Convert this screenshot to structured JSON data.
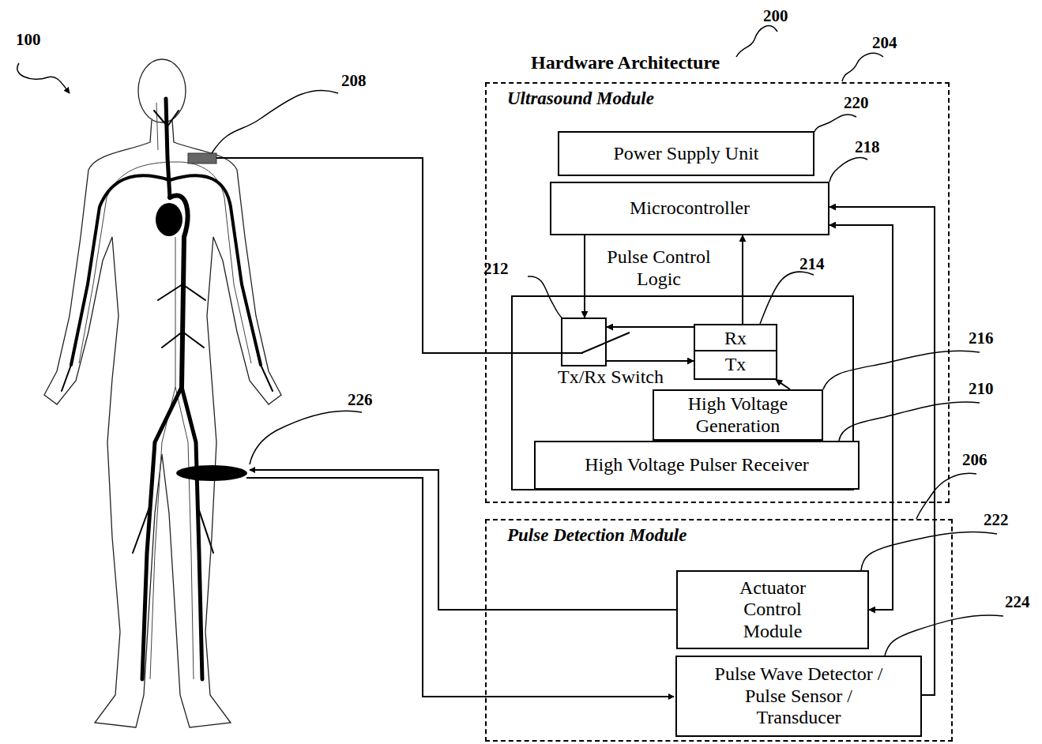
{
  "diagram": {
    "title": "Hardware Architecture",
    "nodes": [
      {
        "text": [
          "Ultrasound Module"
        ]
      },
      {
        "text": [
          "Power Supply Unit"
        ],
        "in": 0
      },
      {
        "text": [
          "Microcontroller"
        ],
        "in": 0
      },
      {
        "text": [
          "Tx/Rx Switch"
        ],
        "in": 0
      },
      {
        "text": [
          "Rx"
        ],
        "in": 0
      },
      {
        "text": [
          "Tx"
        ],
        "in": 0
      },
      {
        "text": [
          "High Voltage Generation"
        ],
        "in": 0
      },
      {
        "text": [
          "High Voltage Pulser Receiver"
        ],
        "in": 0
      },
      {
        "text": [
          "Pulse Detection Module"
        ]
      },
      {
        "text": [
          "Actuator Control Module"
        ],
        "in": 8
      },
      {
        "text": [
          "Pulse Wave Detector / Pulse Sensor / Transducer"
        ],
        "in": 8
      }
    ],
    "edges": [
      {
        "from": 2,
        "to": 3,
        "arrow": "to",
        "label": "Pulse Control Logic"
      },
      {
        "from": 4,
        "to": 2,
        "arrow": "to"
      },
      {
        "from": 4,
        "to": 3,
        "arrow": "to"
      },
      {
        "from": 3,
        "to": 5,
        "arrow": "to"
      },
      {
        "from": 6,
        "to": 5,
        "arrow": "to"
      },
      {
        "from": 9,
        "to": 2,
        "arrow": "both"
      },
      {
        "from": 10,
        "to": 2,
        "arrow": "to"
      }
    ],
    "labels": [
      "100",
      "208",
      "200",
      "204",
      "220",
      "218",
      "212",
      "214",
      "216",
      "210",
      "226",
      "206",
      "222",
      "224"
    ]
  }
}
